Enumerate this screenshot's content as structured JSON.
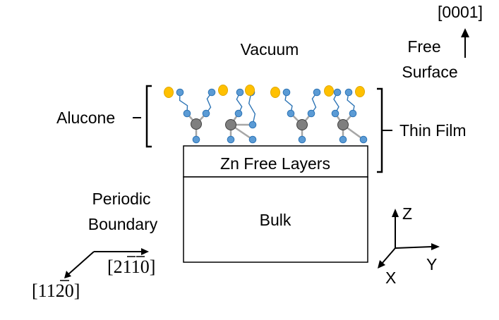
{
  "labels": {
    "vacuum": "Vacuum",
    "free": "Free",
    "surface": "Surface",
    "direction_0001": "[0001]",
    "alucone": "Alucone",
    "thin_film": "Thin Film",
    "zn_free_layers": "Zn Free Layers",
    "bulk": "Bulk",
    "periodic": "Periodic",
    "boundary": "Boundary",
    "axis_z": "Z",
    "axis_y": "Y",
    "axis_x": "X"
  },
  "miller_210": {
    "open": "[2",
    "d1": "1",
    "d2": "1",
    "close": "0]"
  },
  "miller_1120": {
    "open": "[11",
    "d1": "2",
    "close": "0]"
  },
  "colors": {
    "atom_blue": "#5b9bd5",
    "atom_blue_stroke": "#2e75b6",
    "atom_gray": "#7f7f7f",
    "atom_gold": "#ffc000",
    "bond_gray": "#a6a6a6"
  }
}
